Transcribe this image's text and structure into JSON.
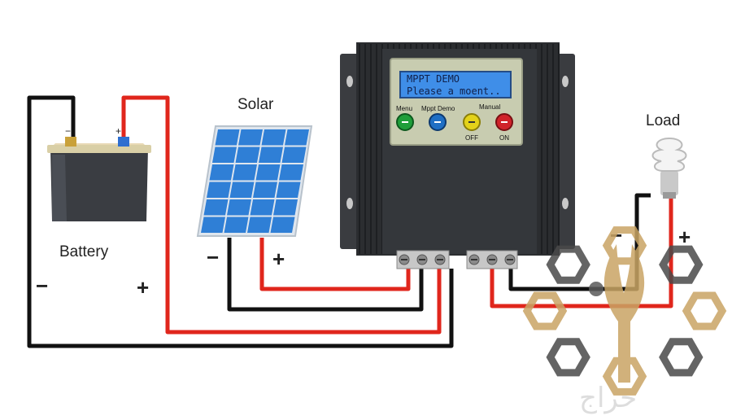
{
  "labels": {
    "solar": "Solar",
    "battery": "Battery",
    "load": "Load"
  },
  "signs": {
    "minus": "−",
    "plus": "+"
  },
  "controller": {
    "lcd_line1": "MPPT DEMO",
    "lcd_line2": "Please a moent..",
    "buttons": [
      {
        "label": "Menu",
        "sub": "",
        "color": "#1f9e3a"
      },
      {
        "label": "Mppt Demo",
        "sub": "",
        "color": "#1f6fc4"
      },
      {
        "label": "Manual",
        "sub": "OFF",
        "color": "#e3d21a"
      },
      {
        "label": "",
        "sub": "ON",
        "color": "#d0232a"
      }
    ]
  },
  "colors": {
    "wire_positive": "#e0261c",
    "wire_negative": "#111111",
    "controller_body": "#2b2d30",
    "lcd_background": "#3f8ee8",
    "panel_cell": "#2f7fd6",
    "watermark": "#c9a464"
  },
  "watermark": {
    "text": "حراج",
    "shape": "watermark-logo"
  }
}
